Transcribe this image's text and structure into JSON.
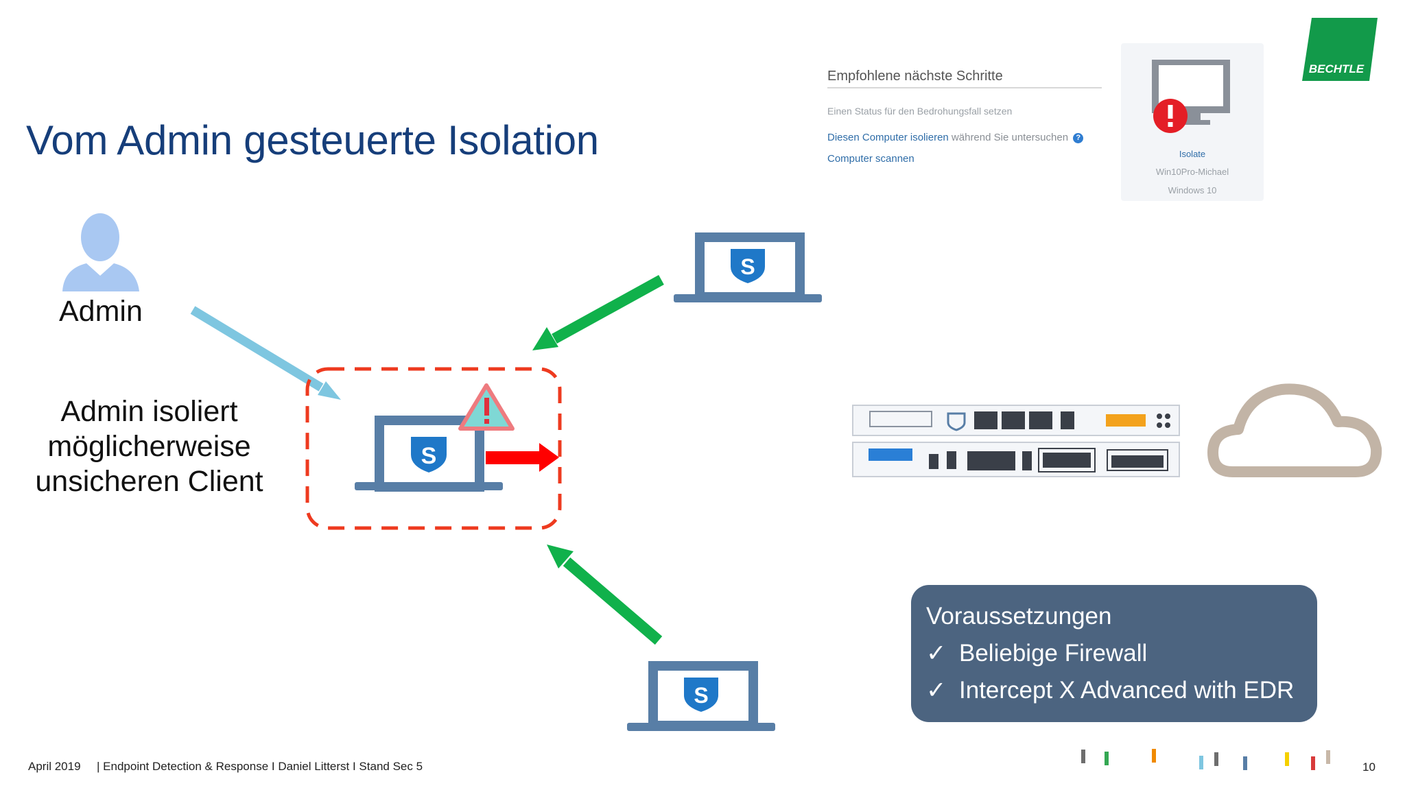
{
  "title": "Vom Admin gesteuerte Isolation",
  "admin": {
    "label": "Admin",
    "description": "Admin isoliert möglicherweise unsicheren Client"
  },
  "next_steps": {
    "heading": "Empfohlene nächste Schritte",
    "status_text": "Einen Status für den Bedrohungsfall setzen",
    "isolate_link": "Diesen Computer isolieren",
    "isolate_link_rest": "während Sie untersuchen",
    "scan_link": "Computer scannen"
  },
  "device_card": {
    "status": "Isolate",
    "device_name": "Win10Pro-Michael",
    "os": "Windows 10"
  },
  "prerequisites": {
    "heading": "Voraussetzungen",
    "items": [
      "Beliebige Firewall",
      "Intercept X Advanced with EDR"
    ]
  },
  "logo": {
    "text": "BECHTLE"
  },
  "footer": {
    "date": "April 2019",
    "text": "| Endpoint Detection & Response I Daniel Litterst I Stand Sec 5",
    "page": "10"
  },
  "colors": {
    "title": "#163e7a",
    "laptop": "#587ea6",
    "green_arrow": "#10b14b",
    "admin_arrow": "#7ec6e0",
    "isolation_border": "#ee3a1f",
    "red_arrow": "#ff0000",
    "prereq_bg": "#4c6480",
    "logo": "#129a4a"
  },
  "icons": [
    "user-icon",
    "laptop-icon",
    "sophos-shield-icon",
    "warning-triangle-icon",
    "monitor-alert-icon",
    "cloud-icon",
    "firewall-appliance"
  ]
}
